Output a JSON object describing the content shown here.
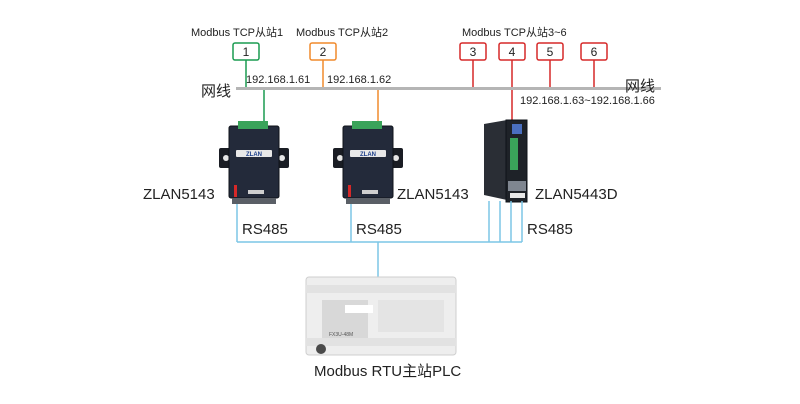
{
  "slave_labels": {
    "slave1": "Modbus TCP从站1",
    "slave2": "Modbus TCP从站2",
    "slave3_6": "Modbus TCP从站3~6"
  },
  "badges": [
    {
      "text": "1",
      "color": "#1a9b50"
    },
    {
      "text": "2",
      "color": "#f08a2c"
    },
    {
      "text": "3",
      "color": "#d62828"
    },
    {
      "text": "4",
      "color": "#d62828"
    },
    {
      "text": "5",
      "color": "#d62828"
    },
    {
      "text": "6",
      "color": "#d62828"
    }
  ],
  "network": {
    "left_label": "网线",
    "right_label": "网线",
    "ip1": "192.168.1.61",
    "ip2": "192.168.1.62",
    "ip3_6": "192.168.1.63~192.168.1.66"
  },
  "devices": {
    "dev1": "ZLAN5143",
    "dev2": "ZLAN5143",
    "dev3": "ZLAN5443D",
    "brand": "ZLAN"
  },
  "bus": {
    "rs485_1": "RS485",
    "rs485_2": "RS485",
    "rs485_3": "RS485"
  },
  "plc": {
    "label": "Modbus RTU主站PLC",
    "model": "FX3U-48M"
  },
  "colors": {
    "green": "#1a9b50",
    "orange": "#f08a2c",
    "red": "#d62828",
    "lightblue": "#7cc6e6",
    "cable": "#b5b5b5"
  }
}
